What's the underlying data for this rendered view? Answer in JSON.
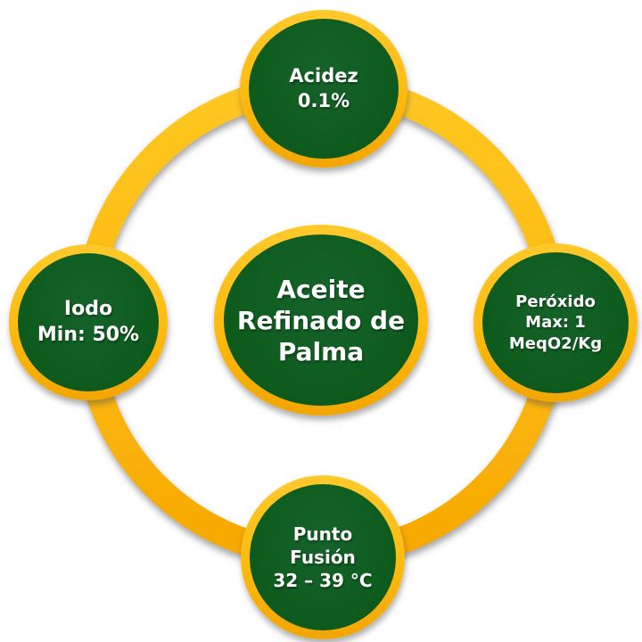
{
  "diagram": {
    "type": "cycle",
    "center": {
      "id": "aceite-refinado-de-palma",
      "text": "Aceite\nRefinado de\nPalma"
    },
    "nodes": [
      {
        "id": "acidez",
        "position": "top",
        "text": "Acidez\n0.1%"
      },
      {
        "id": "peroxido",
        "position": "right",
        "text": "Peróxido\nMax: 1\nMeqO2/Kg"
      },
      {
        "id": "punto-fusion",
        "position": "bottom",
        "text": "Punto\nFusión\n32 – 39 °C"
      },
      {
        "id": "iodo",
        "position": "left",
        "text": "Iodo\nMin: 50%"
      }
    ],
    "colors": {
      "node_fill_green": "#0e5c1e",
      "rim_gold_light": "#ffc92c",
      "rim_gold_dark": "#f2a503",
      "ring_gold_top": "#ffc722",
      "ring_gold_bottom": "#f6a801",
      "text": "#ffffff",
      "background": "#ffffff"
    }
  }
}
